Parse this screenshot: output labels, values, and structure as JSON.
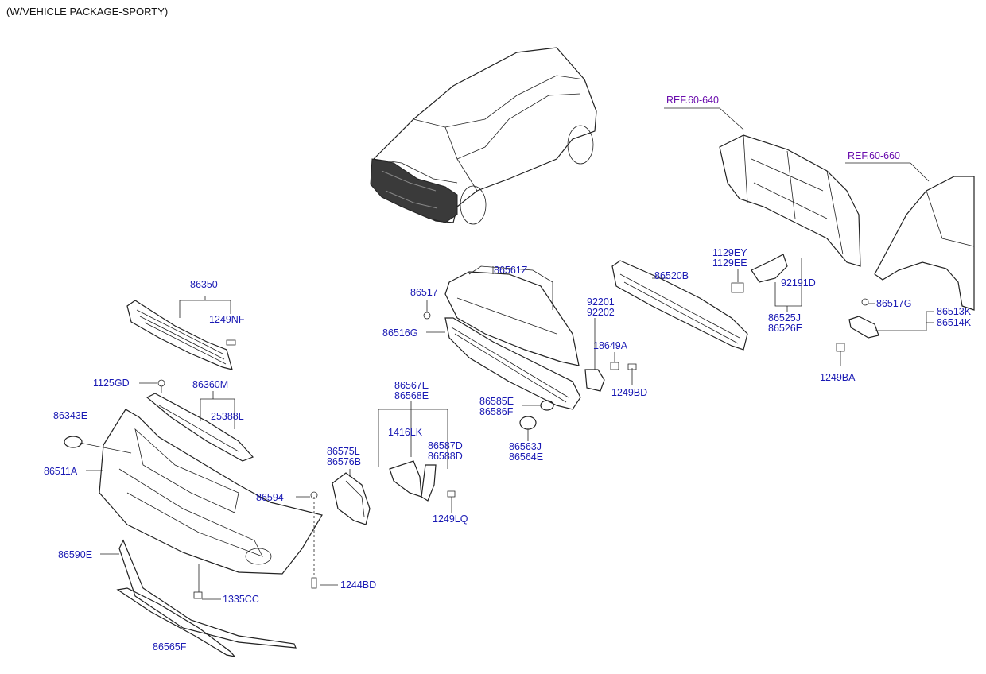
{
  "title": "(W/VEHICLE PACKAGE-SPORTY)",
  "colors": {
    "label": "#1a1ab4",
    "reference": "#6a0dad",
    "line": "#222222"
  },
  "refs": {
    "r1": "REF.60-640",
    "r2": "REF.60-660"
  },
  "labels": {
    "p86350": "86350",
    "p1249NF": "1249NF",
    "p1125GD": "1125GD",
    "p86360M": "86360M",
    "p25388L": "25388L",
    "p86343E": "86343E",
    "p86511A": "86511A",
    "p86590E": "86590E",
    "p1335CC": "1335CC",
    "p86565F": "86565F",
    "p1244BD": "1244BD",
    "p86594": "86594",
    "p86575L": "86575L",
    "p86576B": "86576B",
    "p86567E": "86567E",
    "p86568E": "86568E",
    "p1416LK": "1416LK",
    "p86587D": "86587D",
    "p86588D": "86588D",
    "p1249LQ": "1249LQ",
    "p86517": "86517",
    "p86516G": "86516G",
    "p86561Z": "86561Z",
    "p92201": "92201",
    "p92202": "92202",
    "p18649A": "18649A",
    "p1249BD": "1249BD",
    "p86585E": "86585E",
    "p86586F": "86586F",
    "p86563J": "86563J",
    "p86564E": "86564E",
    "p86520B": "86520B",
    "p1129EY": "1129EY",
    "p1129EE": "1129EE",
    "p92191D": "92191D",
    "p86525J": "86525J",
    "p86526E": "86526E",
    "p86517G": "86517G",
    "p86513K": "86513K",
    "p86514K": "86514K",
    "p1249BA": "1249BA"
  }
}
